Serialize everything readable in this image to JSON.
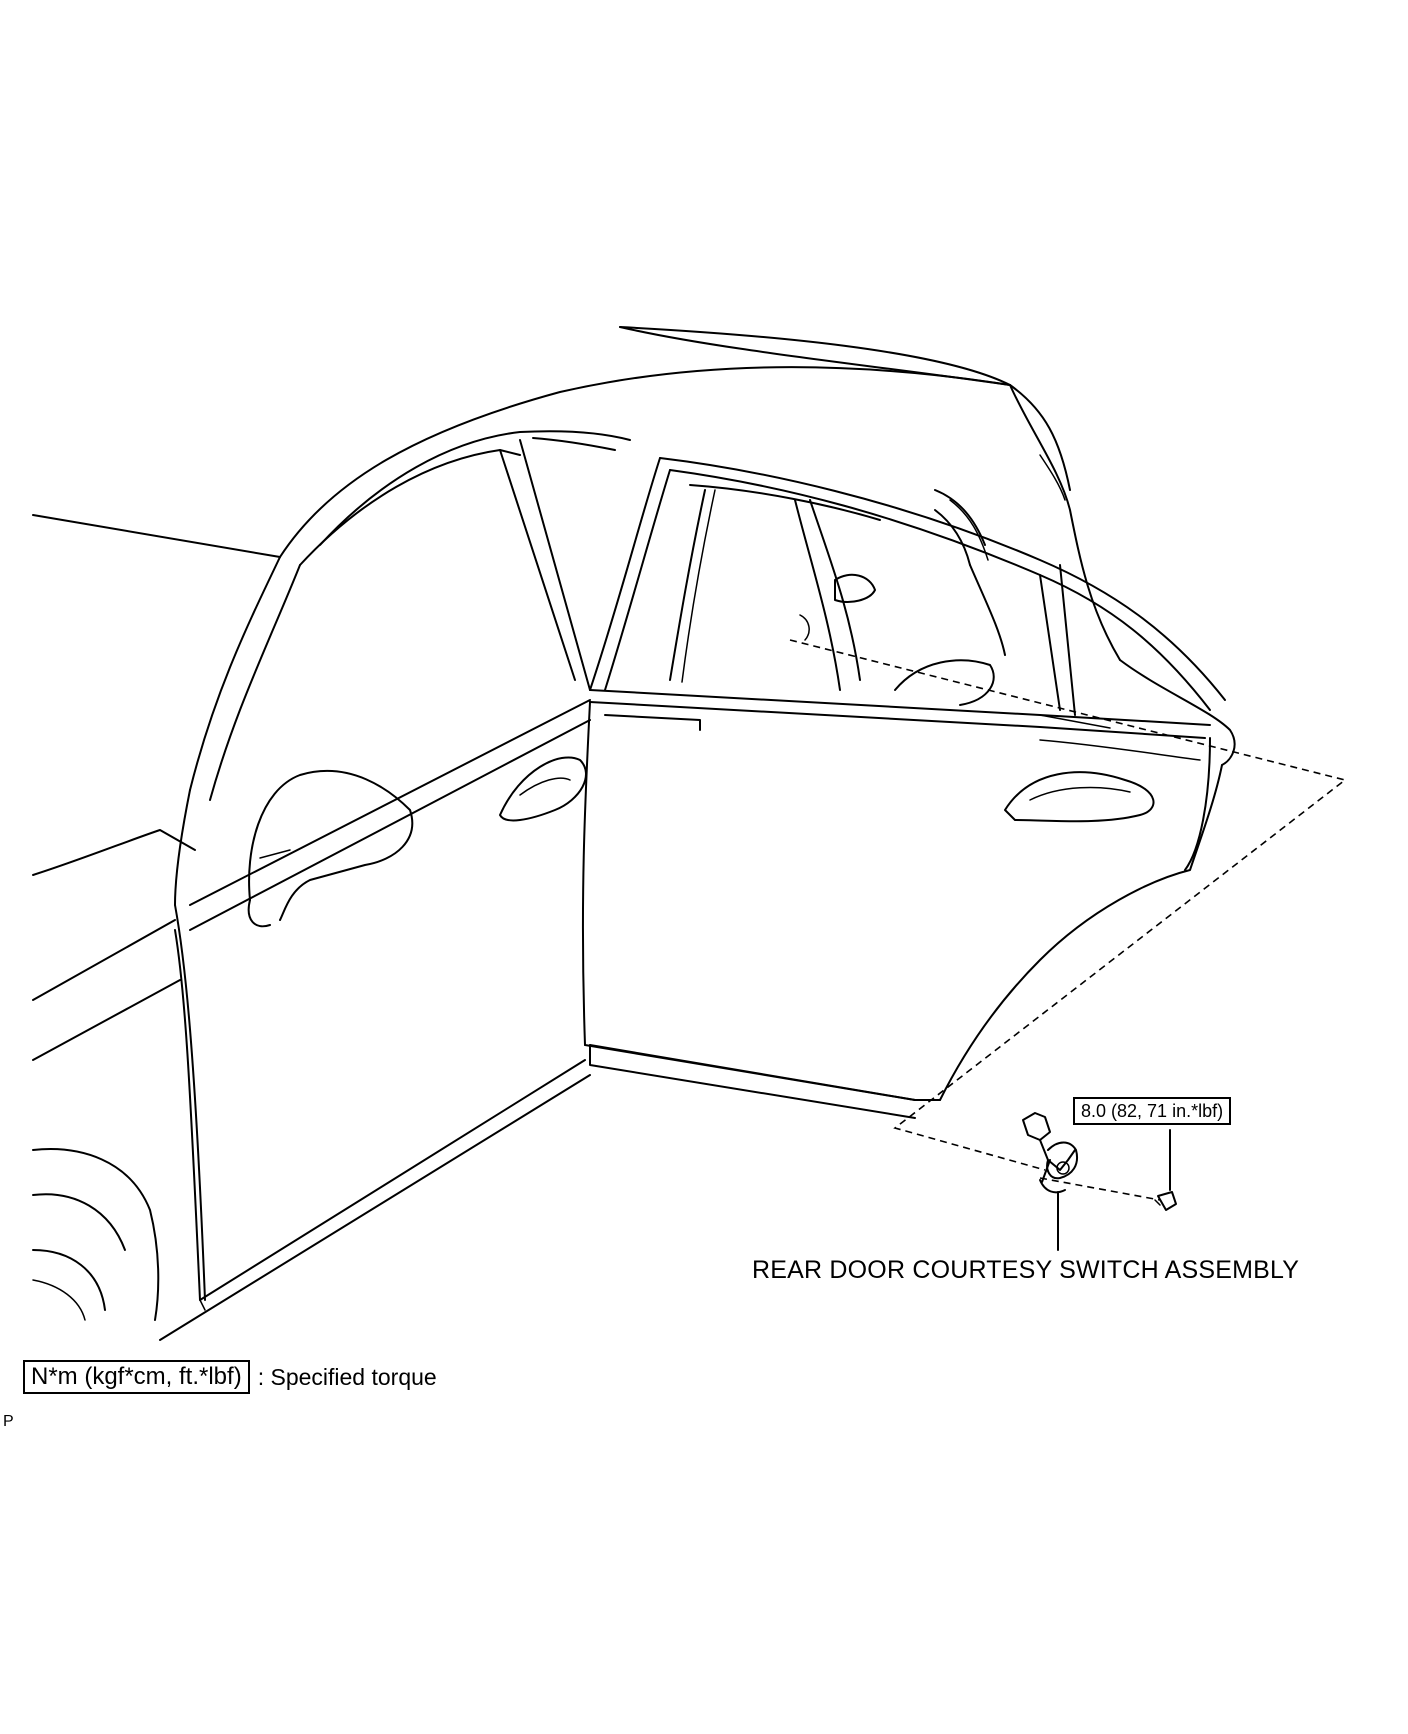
{
  "diagram": {
    "torque_spec": "8.0 (82, 71 in.*lbf)",
    "part_label": "REAR DOOR COURTESY SWITCH ASSEMBLY",
    "legend": {
      "torque_unit": "N*m (kgf*cm, ft.*lbf)",
      "torque_desc": ": Specified torque"
    },
    "figure_code": "P"
  }
}
